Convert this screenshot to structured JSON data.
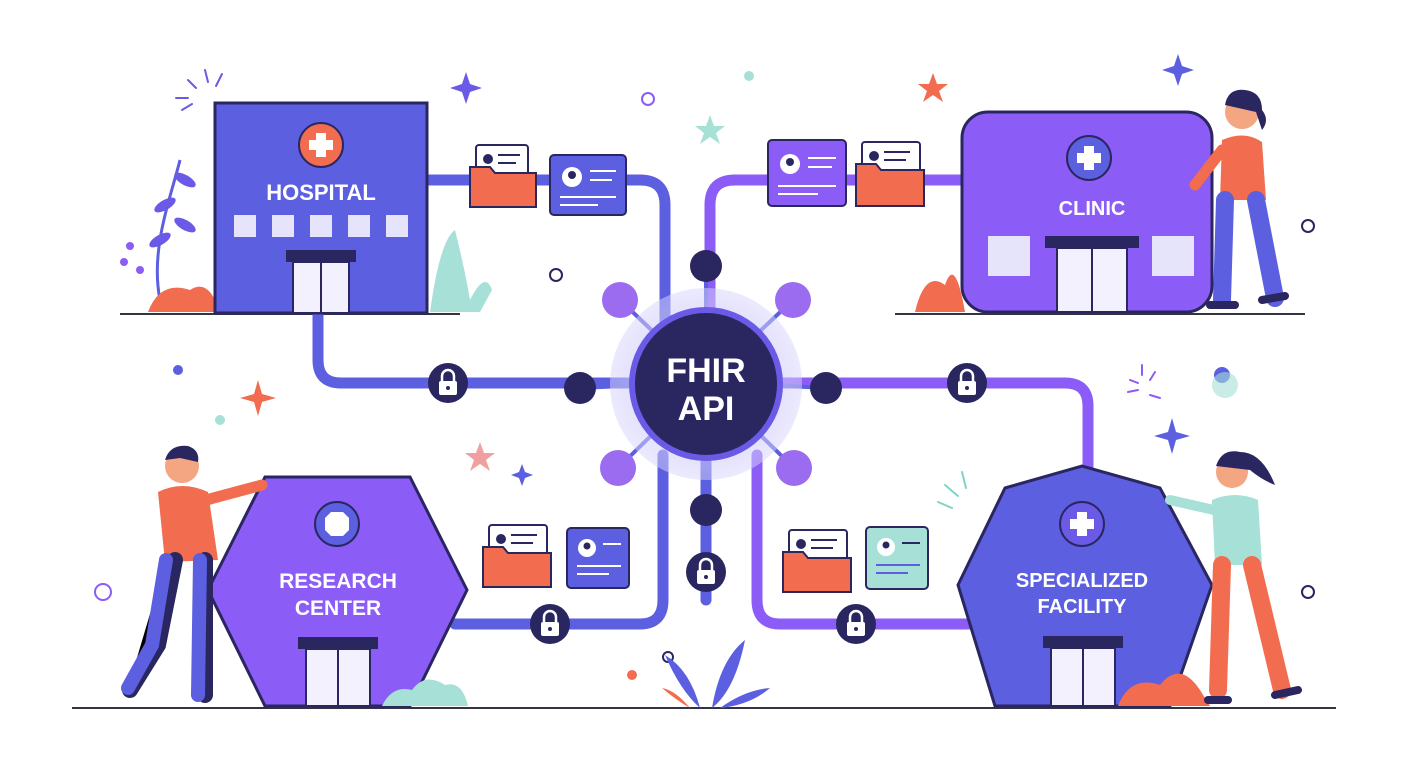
{
  "hub": {
    "line1": "FHIR",
    "line2": "API"
  },
  "facilities": {
    "hospital": {
      "label": "HOSPITAL"
    },
    "clinic": {
      "label": "CLINIC"
    },
    "research": {
      "line1": "RESEARCH",
      "line2": "CENTER"
    },
    "specialized": {
      "line1": "SPECIALIZED",
      "line2": "FACILITY"
    }
  },
  "colors": {
    "primary_indigo": "#5b5fe0",
    "primary_violet": "#8b5cf6",
    "hub_dark": "#2a2660",
    "accent_coral": "#f26d50",
    "accent_teal": "#7fd3c8",
    "ground_line": "#333344"
  },
  "icons": [
    "medical-cross-icon",
    "padlock-icon",
    "folder-icon",
    "patient-record-card-icon",
    "sparkle-star-icon",
    "leaf-plant-icon",
    "person-illustration"
  ]
}
